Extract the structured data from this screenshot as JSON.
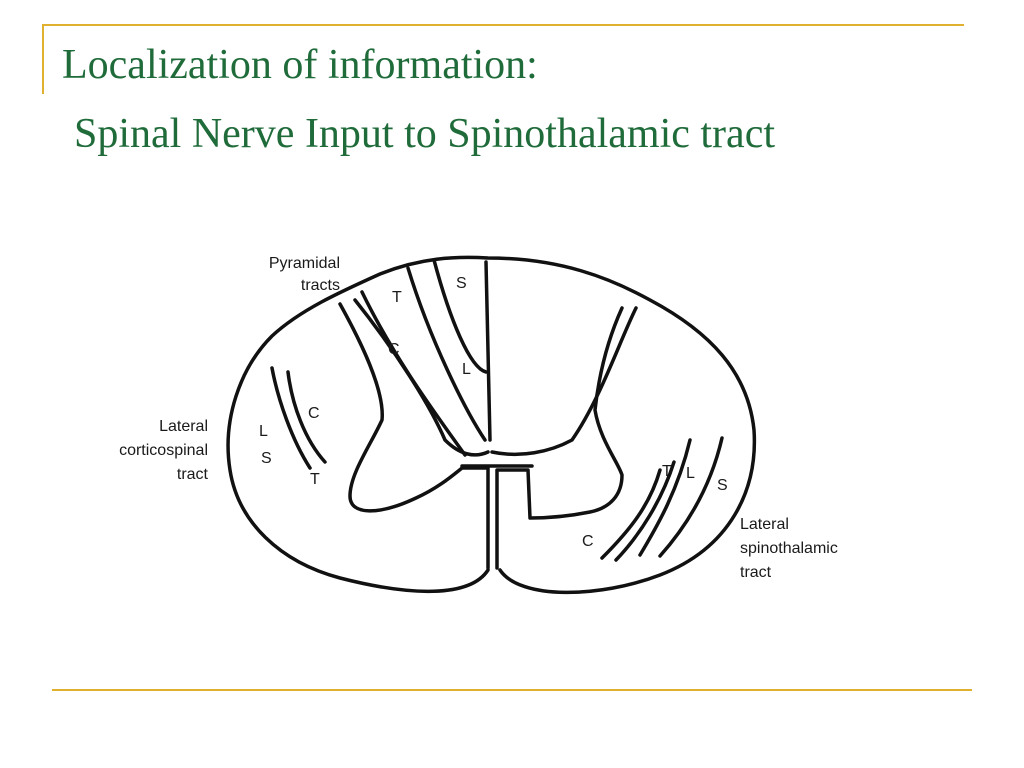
{
  "slide": {
    "title_line1": "Localization of information:",
    "title_line2": "Spinal Nerve Input to Spinothalamic tract"
  },
  "diagram": {
    "labels": {
      "pyramidal_1": "Pyramidal",
      "pyramidal_2": "tracts",
      "lateral_cs_1": "Lateral",
      "lateral_cs_2": "corticospinal",
      "lateral_cs_3": "tract",
      "lateral_st_1": "Lateral",
      "lateral_st_2": "spinothalamic",
      "lateral_st_3": "tract"
    },
    "pyramidal_letters": {
      "s": "S",
      "t": "T",
      "c": "C",
      "l": "L"
    },
    "corticospinal_letters": {
      "c": "C",
      "l": "L",
      "s": "S",
      "t": "T"
    },
    "spinothalamic_letters": {
      "t": "T",
      "l": "L",
      "s": "S",
      "c": "C"
    }
  },
  "colors": {
    "title": "#1f6b3a",
    "rule": "#e0b12f",
    "line": "#111111"
  }
}
